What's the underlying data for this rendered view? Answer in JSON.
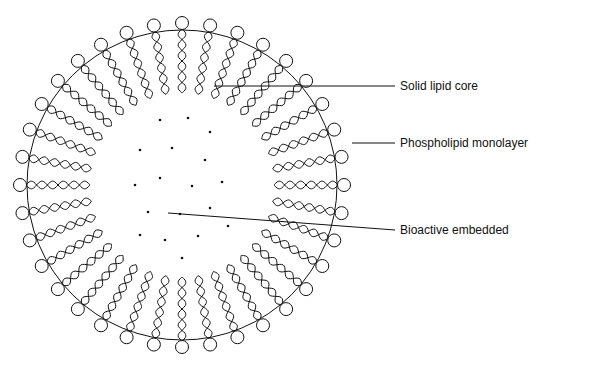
{
  "diagram": {
    "labels": [
      "Solid lipid core",
      "Phospholipid monolayer",
      "Bioactive embedded"
    ]
  }
}
